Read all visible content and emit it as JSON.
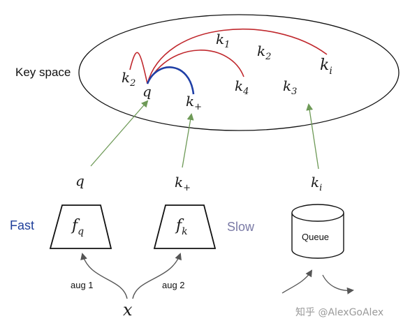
{
  "labels": {
    "key_space": "Key space",
    "fast": "Fast",
    "slow": "Slow",
    "queue": "Queue",
    "aug1": "aug 1",
    "aug2": "aug 2",
    "watermark": "知乎 @AlexGoAlex"
  },
  "math": {
    "k1": {
      "base": "k",
      "sub": "1"
    },
    "k2_top": {
      "base": "k",
      "sub": "2"
    },
    "ki_top": {
      "base": "k",
      "sub": "i"
    },
    "k2_left": {
      "base": "k",
      "sub": "2"
    },
    "q_inner": {
      "base": "q",
      "sub": ""
    },
    "k_plus_inner": {
      "base": "k",
      "sub": "+"
    },
    "k4": {
      "base": "k",
      "sub": "4"
    },
    "k3": {
      "base": "k",
      "sub": "3"
    },
    "q_mid": {
      "base": "q",
      "sub": ""
    },
    "k_plus_mid": {
      "base": "k",
      "sub": "+"
    },
    "ki_mid": {
      "base": "k",
      "sub": "i"
    },
    "fq": {
      "base": "f",
      "sub": "q"
    },
    "fk": {
      "base": "f",
      "sub": "k"
    },
    "x": {
      "base": "x",
      "sub": ""
    }
  },
  "colors": {
    "negative_arc": "#c0282d",
    "positive_arc": "#1f3fa6",
    "green_arrow": "#6e9a57",
    "gray_arrow": "#555555",
    "fast_text": "#1f3f9a",
    "slow_text": "#7a7aa6",
    "outline": "#111111"
  }
}
